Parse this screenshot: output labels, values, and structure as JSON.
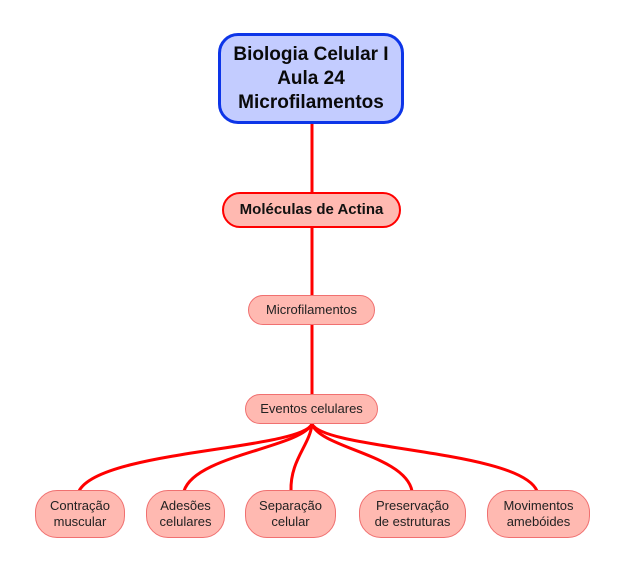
{
  "diagram": {
    "type": "concept-map",
    "root": {
      "lines": [
        "Biologia Celular I",
        "Aula 24",
        "Microfilamentos"
      ]
    },
    "level1": {
      "label": "Moléculas de Actina"
    },
    "level2": {
      "label": "Microfilamentos"
    },
    "level3": {
      "label": "Eventos celulares"
    },
    "leaves": [
      {
        "lines": [
          "Contração",
          "muscular"
        ]
      },
      {
        "lines": [
          "Adesões",
          "celulares"
        ]
      },
      {
        "lines": [
          "Separação",
          "celular"
        ]
      },
      {
        "lines": [
          "Preservação",
          "de estruturas"
        ]
      },
      {
        "lines": [
          "Movimentos",
          "amebóides"
        ]
      }
    ],
    "colors": {
      "root_fill": "#c3ccff",
      "root_border": "#0d35e8",
      "node_fill": "#ffb9b1",
      "node_border": "#ff0000",
      "connector": "#ff0000"
    }
  }
}
